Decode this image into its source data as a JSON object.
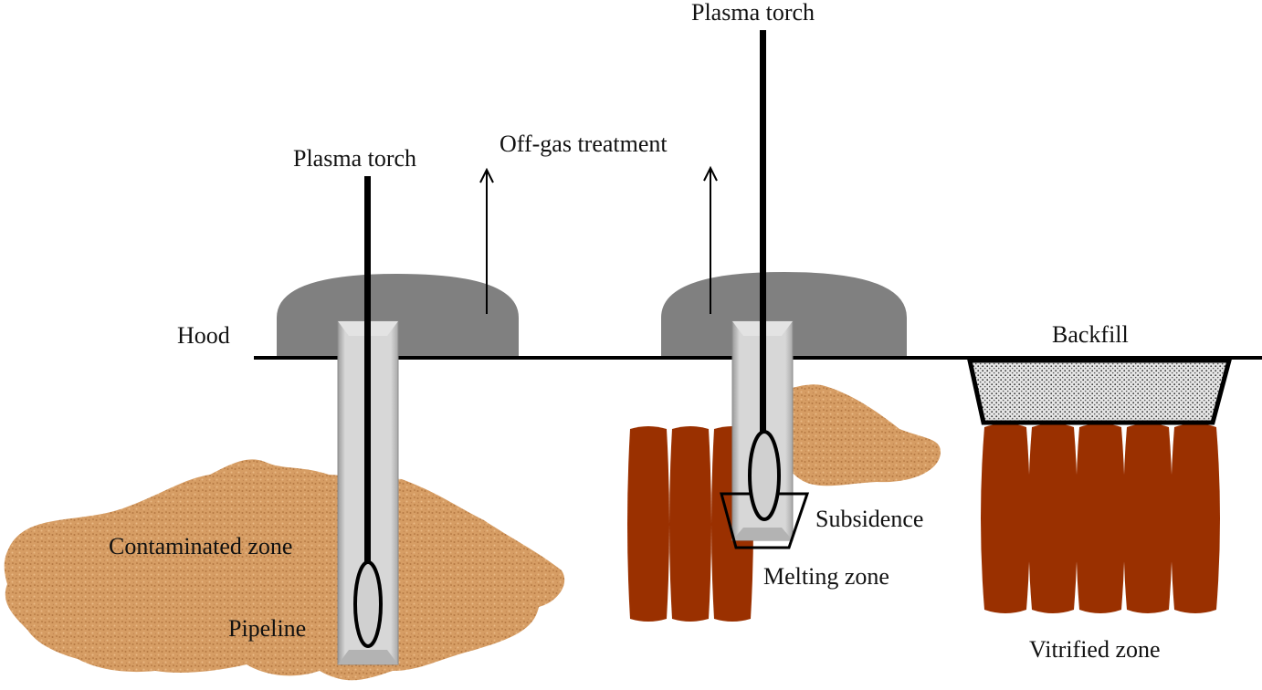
{
  "labels": {
    "plasma_torch_left": "Plasma torch",
    "plasma_torch_right": "Plasma torch",
    "off_gas": "Off-gas  treatment",
    "hood": "Hood",
    "backfill": "Backfill",
    "contaminated_zone": "Contaminated zone",
    "pipeline": "Pipeline",
    "subsidence": "Subsidence",
    "melting_zone": "Melting zone",
    "vitrified_zone": "Vitrified zone"
  },
  "colors": {
    "hood": "#808080",
    "soil": "#d69d64",
    "vitrified": "#9a3000",
    "pipe": "#c8c8c8",
    "torch": "#000000",
    "backfill": "#dcdcdc"
  }
}
